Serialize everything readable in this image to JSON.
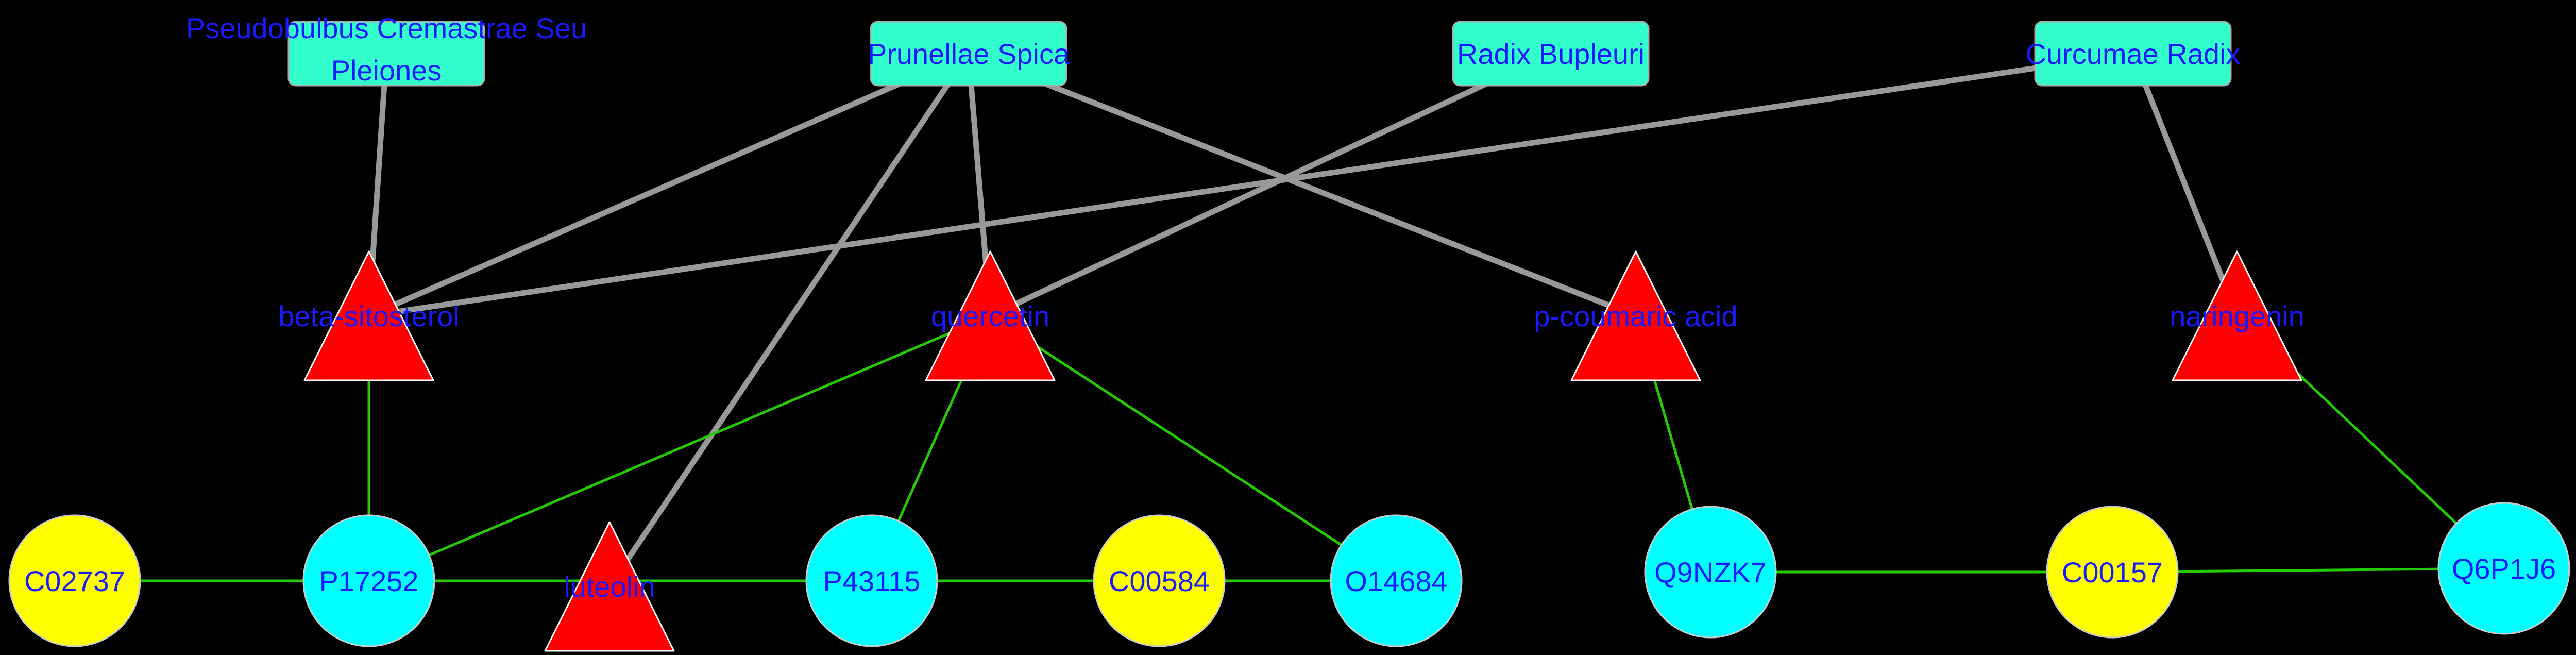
{
  "colors": {
    "background": "#000000",
    "herb_fill": "#33ffcc",
    "compound_fill": "#ff0000",
    "target_fill": "#00ffff",
    "pathway_fill": "#ffff00",
    "label": "#1a1aff",
    "herb_compound_edge": "#999999",
    "other_edge": "#22cc00"
  },
  "nodes": [
    {
      "id": "herb-pseudobulbus",
      "type": "herb",
      "label": "Pseudobulbus Cremastrae Seu Pleiones"
    },
    {
      "id": "herb-prunellae",
      "type": "herb",
      "label": "Prunellae Spica"
    },
    {
      "id": "herb-bupleuri",
      "type": "herb",
      "label": "Radix Bupleuri"
    },
    {
      "id": "herb-curcumae",
      "type": "herb",
      "label": "Curcumae Radix"
    },
    {
      "id": "compound-beta-sitosterol",
      "type": "compound",
      "label": "beta-sitosterol"
    },
    {
      "id": "compound-quercetin",
      "type": "compound",
      "label": "quercetin"
    },
    {
      "id": "compound-p-coumaric-acid",
      "type": "compound",
      "label": "p-coumaric acid"
    },
    {
      "id": "compound-naringenin",
      "type": "compound",
      "label": "naringenin"
    },
    {
      "id": "compound-luteolin",
      "type": "compound",
      "label": "luteolin"
    },
    {
      "id": "pathway-c02737",
      "type": "pathway",
      "label": "C02737"
    },
    {
      "id": "target-p17252",
      "type": "target",
      "label": "P17252"
    },
    {
      "id": "target-p43115",
      "type": "target",
      "label": "P43115"
    },
    {
      "id": "pathway-c00584",
      "type": "pathway",
      "label": "C00584"
    },
    {
      "id": "target-o14684",
      "type": "target",
      "label": "O14684"
    },
    {
      "id": "target-q9nzk7",
      "type": "target",
      "label": "Q9NZK7"
    },
    {
      "id": "pathway-c00157",
      "type": "pathway",
      "label": "C00157"
    },
    {
      "id": "target-q6p1j6",
      "type": "target",
      "label": "Q6P1J6"
    }
  ],
  "edges": [
    {
      "source": "herb-pseudobulbus",
      "target": "compound-beta-sitosterol",
      "kind": "herb-compound"
    },
    {
      "source": "herb-prunellae",
      "target": "compound-beta-sitosterol",
      "kind": "herb-compound"
    },
    {
      "source": "herb-prunellae",
      "target": "compound-luteolin",
      "kind": "herb-compound"
    },
    {
      "source": "herb-prunellae",
      "target": "compound-quercetin",
      "kind": "herb-compound"
    },
    {
      "source": "herb-prunellae",
      "target": "compound-p-coumaric-acid",
      "kind": "herb-compound"
    },
    {
      "source": "herb-bupleuri",
      "target": "compound-quercetin",
      "kind": "herb-compound"
    },
    {
      "source": "herb-curcumae",
      "target": "compound-beta-sitosterol",
      "kind": "herb-compound"
    },
    {
      "source": "herb-curcumae",
      "target": "compound-naringenin",
      "kind": "herb-compound"
    },
    {
      "source": "compound-beta-sitosterol",
      "target": "target-p17252",
      "kind": "other"
    },
    {
      "source": "compound-quercetin",
      "target": "target-p17252",
      "kind": "other"
    },
    {
      "source": "compound-quercetin",
      "target": "target-p43115",
      "kind": "other"
    },
    {
      "source": "compound-quercetin",
      "target": "target-o14684",
      "kind": "other"
    },
    {
      "source": "compound-p-coumaric-acid",
      "target": "target-q9nzk7",
      "kind": "other"
    },
    {
      "source": "compound-naringenin",
      "target": "target-q6p1j6",
      "kind": "other"
    },
    {
      "source": "pathway-c02737",
      "target": "target-p17252",
      "kind": "other"
    },
    {
      "source": "target-p17252",
      "target": "target-p43115",
      "kind": "other"
    },
    {
      "source": "target-p43115",
      "target": "pathway-c00584",
      "kind": "other"
    },
    {
      "source": "pathway-c00584",
      "target": "target-o14684",
      "kind": "other"
    },
    {
      "source": "target-q9nzk7",
      "target": "pathway-c00157",
      "kind": "other"
    },
    {
      "source": "pathway-c00157",
      "target": "target-q6p1j6",
      "kind": "other"
    }
  ]
}
